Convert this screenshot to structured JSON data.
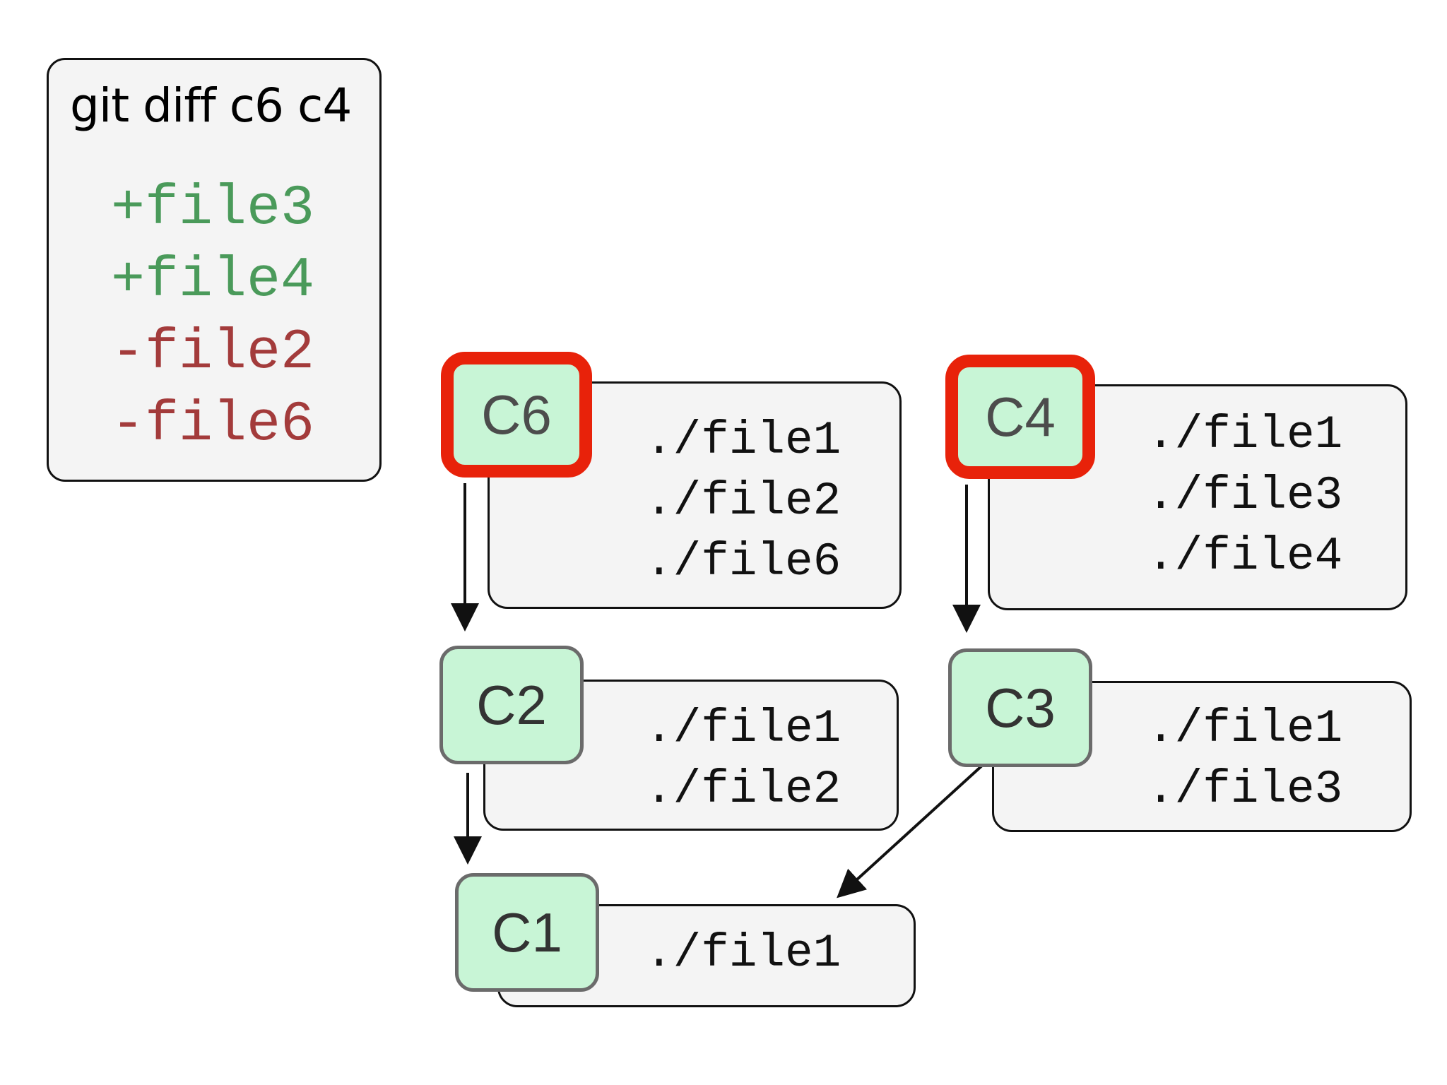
{
  "colors": {
    "commit_fill": "#c8f5d6",
    "commit_border": "#6b6b6b",
    "highlight_border": "#e8220a",
    "panel_fill": "#f4f4f4",
    "added": "#4a9a5a",
    "removed": "#a33b3b"
  },
  "command": "git diff c6 c4",
  "diff_lines": [
    {
      "text": "+file3",
      "kind": "added"
    },
    {
      "text": "+file4",
      "kind": "added"
    },
    {
      "text": "-file2",
      "kind": "removed"
    },
    {
      "text": "-file6",
      "kind": "removed"
    }
  ],
  "commits": [
    {
      "id": "c6",
      "label": "C6",
      "highlighted": true,
      "files": [
        "./file1",
        "./file2",
        "./file6"
      ]
    },
    {
      "id": "c4",
      "label": "C4",
      "highlighted": true,
      "files": [
        "./file1",
        "./file3",
        "./file4"
      ]
    },
    {
      "id": "c2",
      "label": "C2",
      "highlighted": false,
      "files": [
        "./file1",
        "./file2"
      ]
    },
    {
      "id": "c3",
      "label": "C3",
      "highlighted": false,
      "files": [
        "./file1",
        "./file3"
      ]
    },
    {
      "id": "c1",
      "label": "C1",
      "highlighted": false,
      "files": [
        "./file1"
      ]
    }
  ],
  "edges": [
    {
      "from": "c6",
      "to": "c2"
    },
    {
      "from": "c4",
      "to": "c3"
    },
    {
      "from": "c2",
      "to": "c1"
    },
    {
      "from": "c3",
      "to": "c1"
    }
  ]
}
